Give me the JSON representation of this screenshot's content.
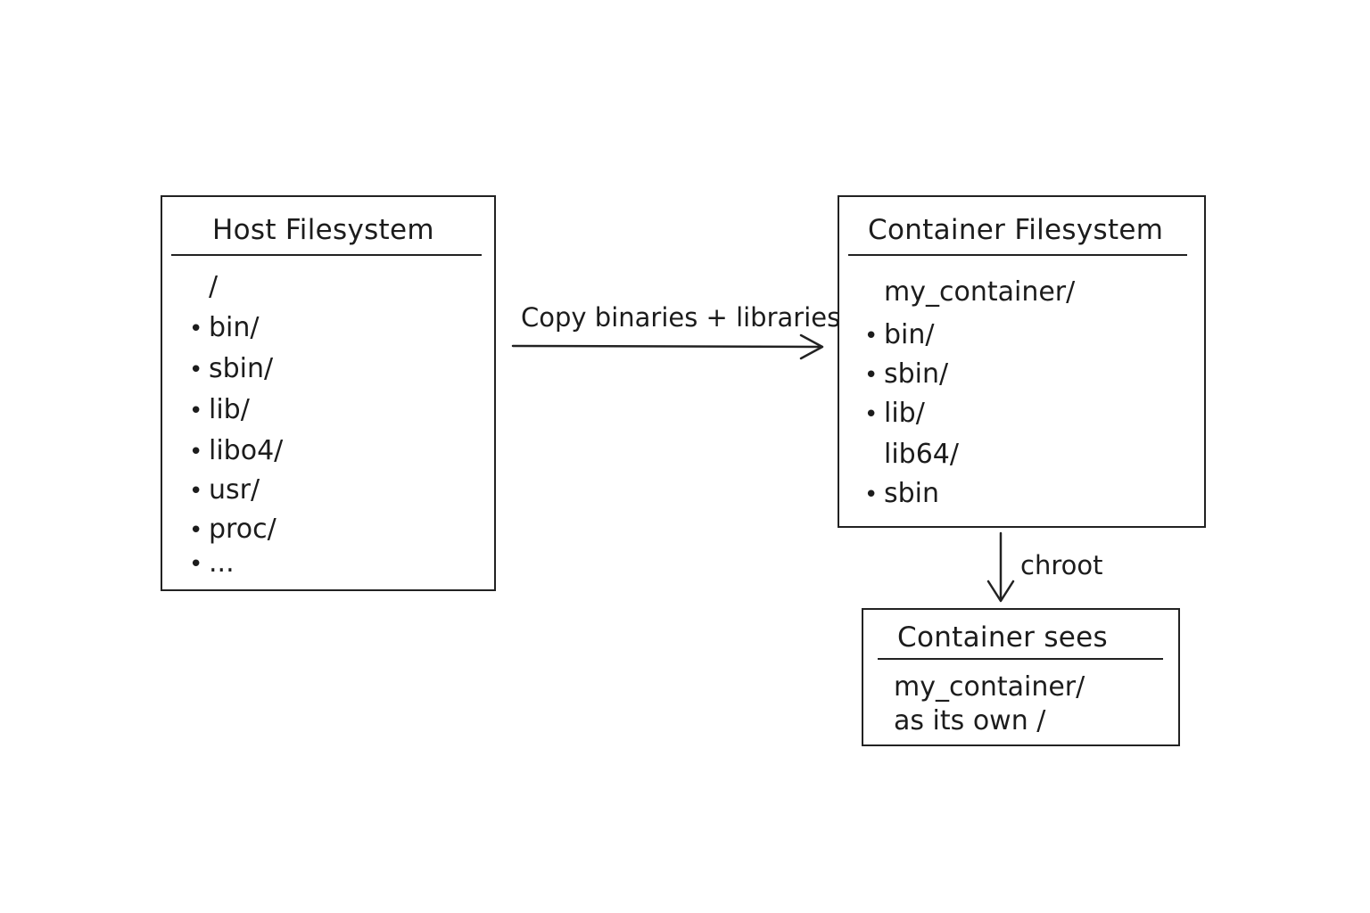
{
  "host": {
    "title": "Host Filesystem",
    "items": [
      {
        "text": "/",
        "bullet": false
      },
      {
        "text": "bin/",
        "bullet": true
      },
      {
        "text": "sbin/",
        "bullet": true
      },
      {
        "text": "lib/",
        "bullet": true
      },
      {
        "text": "libo4/",
        "bullet": true
      },
      {
        "text": "usr/",
        "bullet": true
      },
      {
        "text": "proc/",
        "bullet": true
      },
      {
        "text": "...",
        "bullet": true
      }
    ]
  },
  "container": {
    "title": "Container Filesystem",
    "items": [
      {
        "text": "my_container/",
        "bullet": false
      },
      {
        "text": "bin/",
        "bullet": true
      },
      {
        "text": "sbin/",
        "bullet": true
      },
      {
        "text": "lib/",
        "bullet": true
      },
      {
        "text": "lib64/",
        "bullet": false
      },
      {
        "text": "sbin",
        "bullet": true
      }
    ]
  },
  "sees": {
    "title": "Container sees",
    "lines": [
      "my_container/",
      "as its own /"
    ]
  },
  "edges": {
    "copy_label": "Copy binaries + libraries",
    "chroot_label": "chroot"
  },
  "colors": {
    "stroke": "#222222",
    "text": "#1c1c1c",
    "background": "#ffffff"
  }
}
